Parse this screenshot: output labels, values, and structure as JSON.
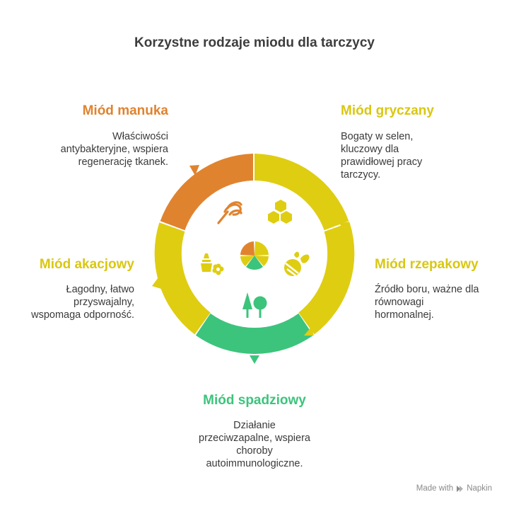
{
  "title": "Korzystne rodzaje miodu dla tarczycy",
  "colors": {
    "orange": "#e0832f",
    "yellow": "#dfcd12",
    "green": "#3cc47c",
    "text": "#3a3a3a"
  },
  "segments": [
    {
      "id": "manuka",
      "heading": "Miód manuka",
      "description": [
        "Właściwości",
        "antybakteryjne, wspiera",
        "regenerację tkanek."
      ],
      "color": "#e0832f",
      "icon": "dipper-icon"
    },
    {
      "id": "gryczany",
      "heading": "Miód gryczany",
      "description": [
        "Bogaty w selen,",
        "kluczowy dla",
        "prawidłowej pracy",
        "tarczycy."
      ],
      "color": "#dfcd12",
      "icon": "honeycomb-icon"
    },
    {
      "id": "rzepakowy",
      "heading": "Miód rzepakowy",
      "description": [
        "Źródło boru, ważne dla",
        "równowagi",
        "hormonalnej."
      ],
      "color": "#dfcd12",
      "icon": "bee-icon"
    },
    {
      "id": "spadziowy",
      "heading": "Miód spadziowy",
      "description": [
        "Działanie",
        "przeciwzapalne, wspiera",
        "choroby",
        "autoimmunologiczne."
      ],
      "color": "#3cc47c",
      "icon": "trees-icon"
    },
    {
      "id": "akacjowy",
      "heading": "Miód akacjowy",
      "description": [
        "Łagodny, łatwo",
        "przyswajalny,",
        "wspomaga odporność."
      ],
      "color": "#dfcd12",
      "icon": "flower-icon"
    }
  ],
  "footer": {
    "made_with": "Made with",
    "brand": "Napkin"
  }
}
